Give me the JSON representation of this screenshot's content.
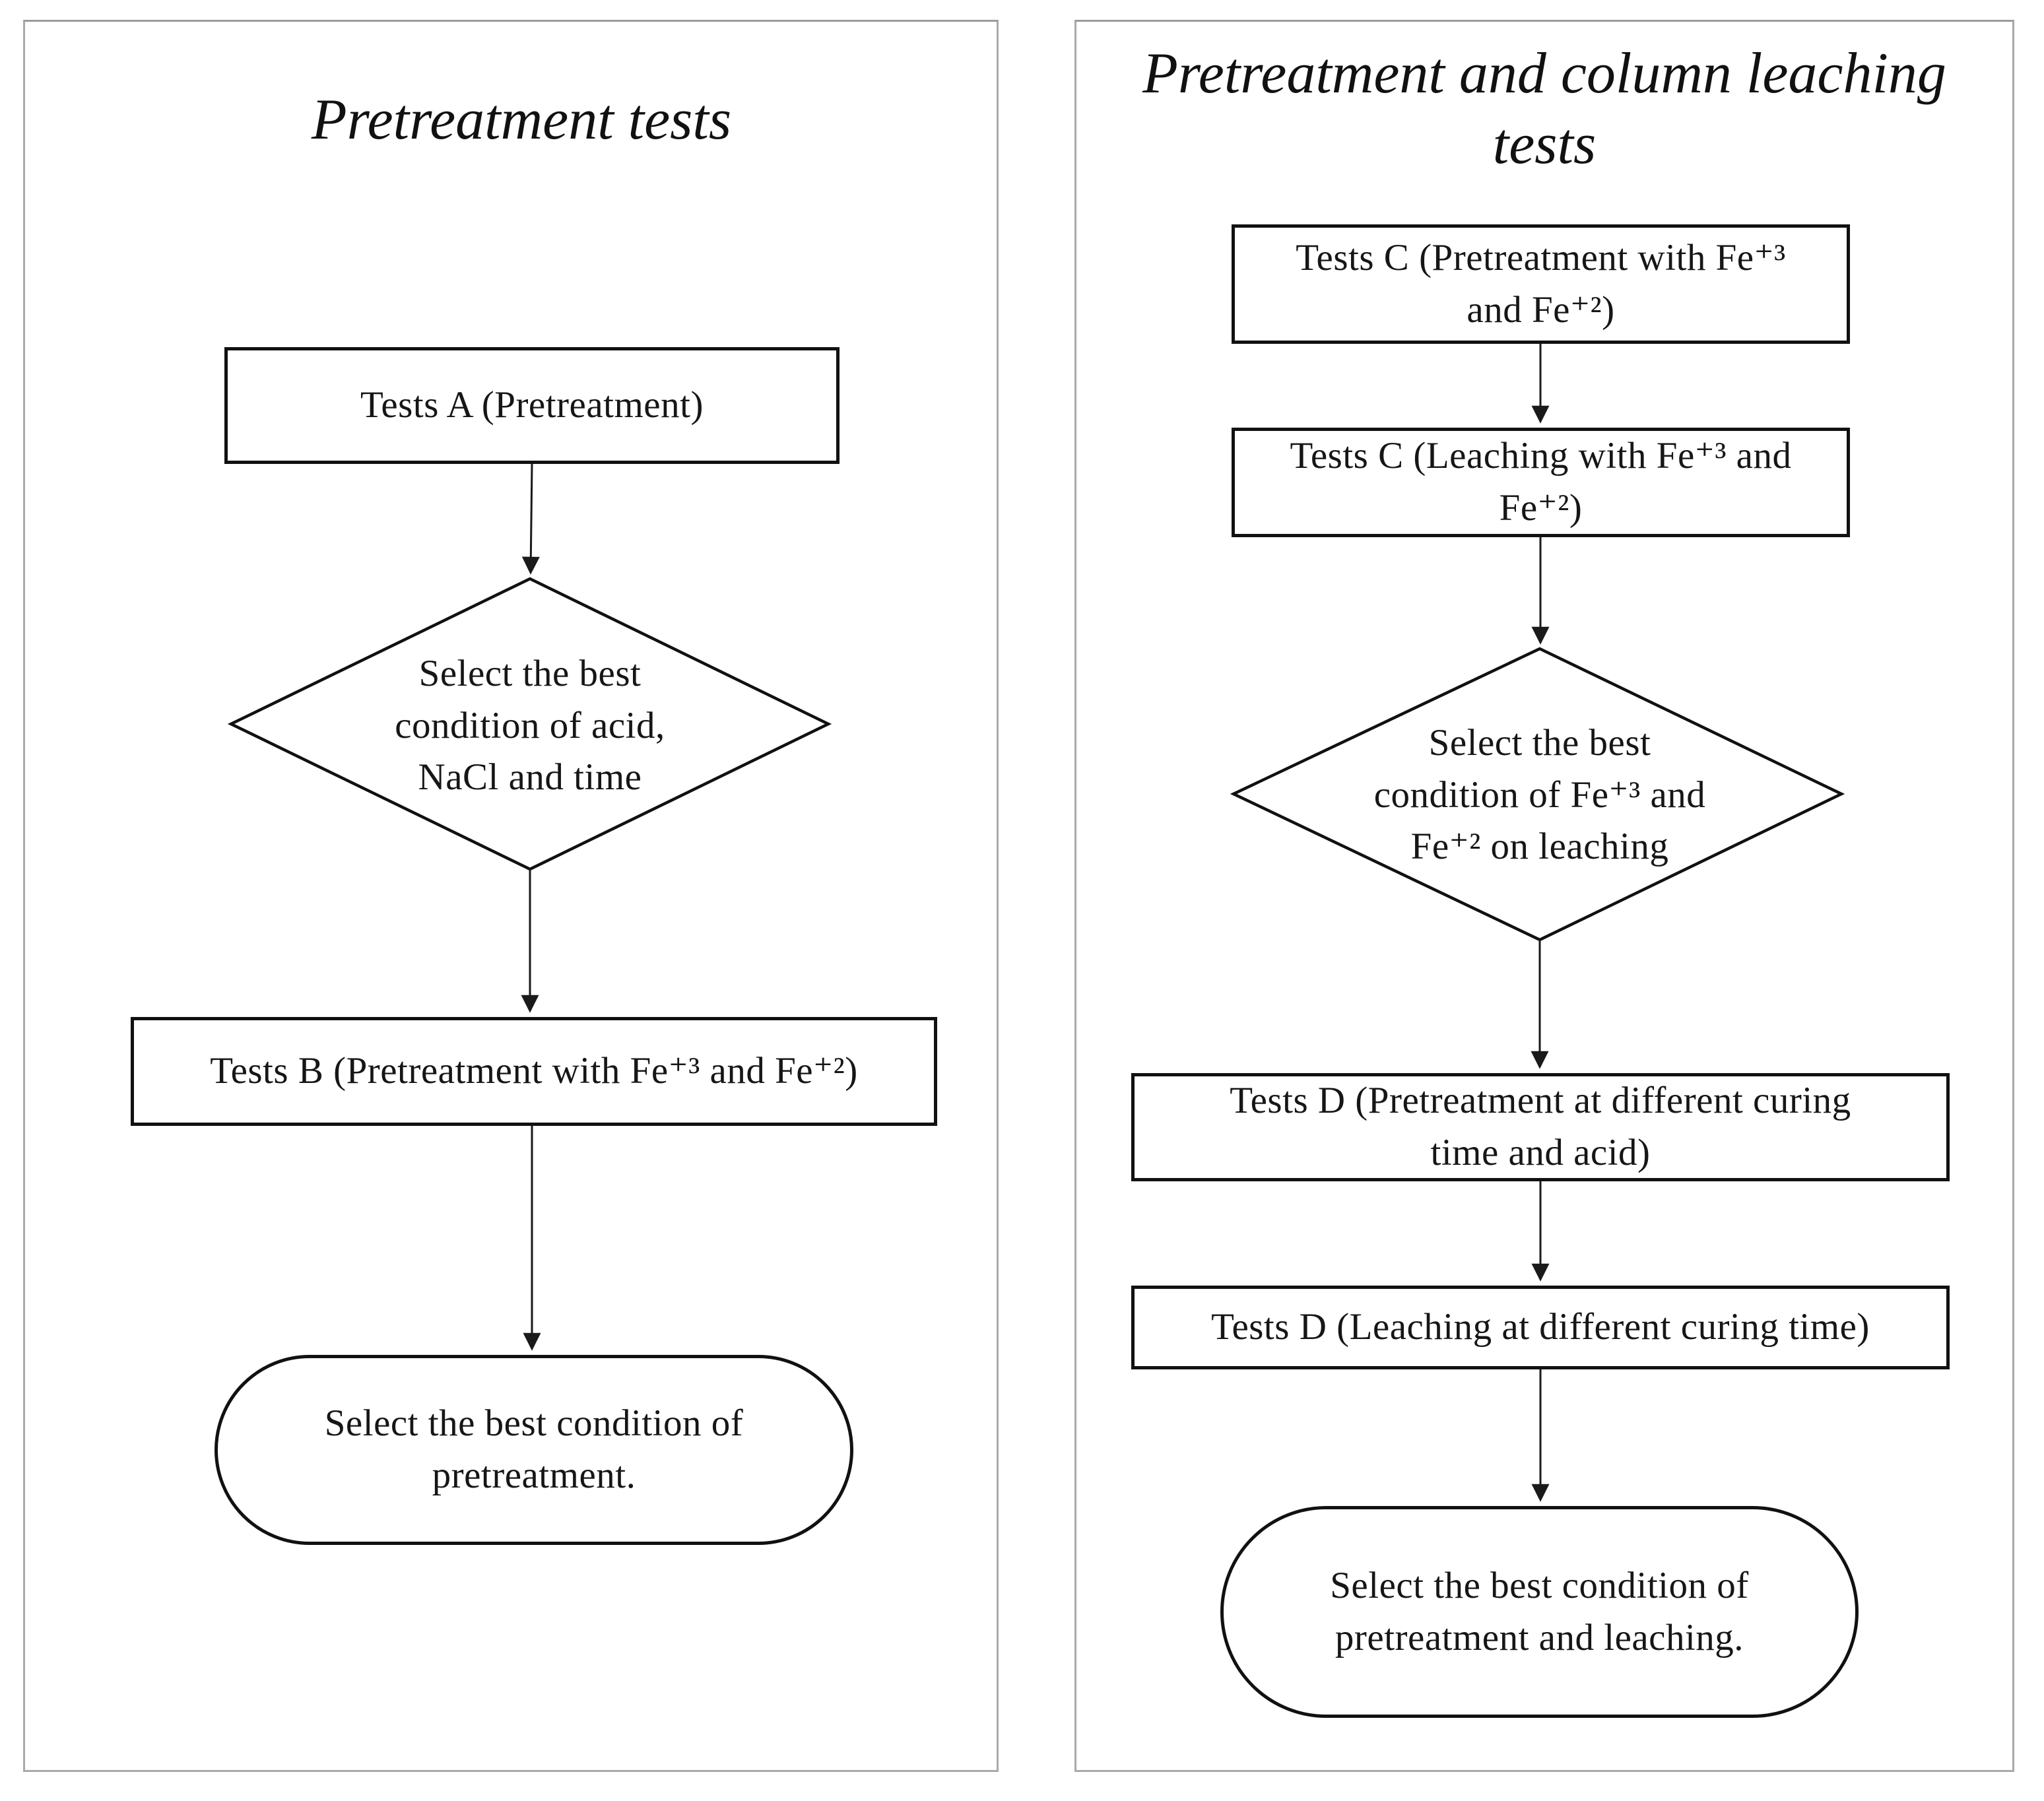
{
  "figure": {
    "type": "flowchart",
    "background": "#ffffff",
    "panel_border_color": "#a9a9a9",
    "shape_stroke_color": "#111111",
    "arrow_color": "#1a1a1a"
  },
  "left_panel": {
    "title": "Pretreatment tests",
    "tests_a": {
      "label": "Tests A (Pretreatment)"
    },
    "decision": {
      "lines": [
        "Select the best",
        "condition of acid,",
        "NaCl and time"
      ]
    },
    "tests_b": {
      "label": "Tests B (Pretreatment with Fe⁺³ and Fe⁺²)"
    },
    "terminal": {
      "lines": [
        "Select the best condition of",
        "pretreatment."
      ]
    }
  },
  "right_panel": {
    "title_lines": [
      "Pretreatment and column leaching",
      "tests"
    ],
    "tests_c_pretreatment": {
      "lines": [
        "Tests C (Pretreatment with Fe⁺³",
        "and Fe⁺²)"
      ]
    },
    "tests_c_leaching": {
      "lines": [
        "Tests C (Leaching with Fe⁺³ and",
        "Fe⁺²)"
      ]
    },
    "decision": {
      "lines": [
        "Select the best",
        "condition of Fe⁺³ and",
        "Fe⁺² on leaching"
      ]
    },
    "tests_d_pretreatment": {
      "lines": [
        "Tests D (Pretreatment at different curing",
        "time and acid)"
      ]
    },
    "tests_d_leaching": {
      "lines": [
        "Tests D (Leaching at different curing time)"
      ]
    },
    "terminal": {
      "lines": [
        "Select the best condition of",
        "pretreatment and leaching."
      ]
    }
  }
}
